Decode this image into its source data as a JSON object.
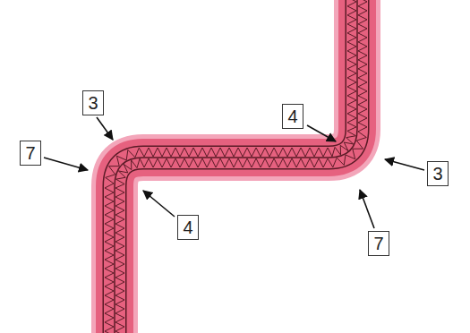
{
  "diagram": {
    "nodes": [
      {
        "text": [
          "3"
        ]
      },
      {
        "text": [
          "4"
        ]
      },
      {
        "text": [
          "7"
        ]
      },
      {
        "text": [
          "3"
        ]
      },
      {
        "text": [
          "4"
        ]
      },
      {
        "text": [
          "7"
        ]
      }
    ]
  }
}
